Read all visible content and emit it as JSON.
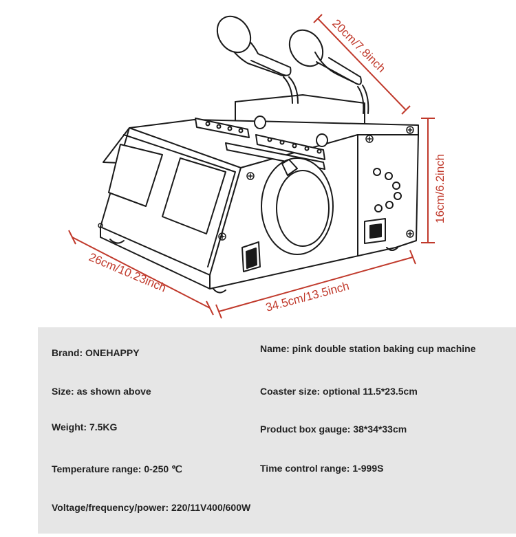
{
  "dimensions": {
    "depth": "20cm/7.8inch",
    "height": "16cm/6.2inch",
    "width_side": "26cm/10.23inch",
    "length": "34.5cm/13.5inch"
  },
  "colors": {
    "dimension_lines": "#c0392b",
    "panel_background": "#e6e6e6",
    "text": "#222222"
  },
  "specs": {
    "brand": "Brand: ONEHAPPY",
    "name": "Name: pink double station baking cup machine",
    "size": "Size: as shown above",
    "coaster_size": "Coaster size: optional 11.5*23.5cm",
    "weight": "Weight: 7.5KG",
    "box_gauge": "Product box gauge: 38*34*33cm",
    "temperature": "Temperature range: 0-250 ℃",
    "time_control": "Time control range: 1-999S",
    "voltage": "Voltage/frequency/power: 220/11V400/600W"
  }
}
